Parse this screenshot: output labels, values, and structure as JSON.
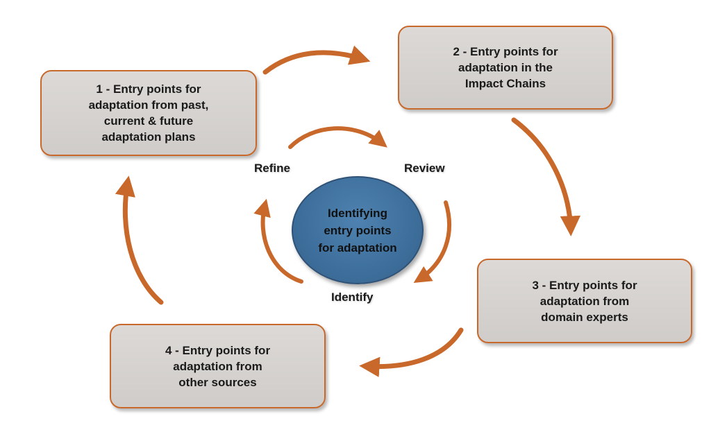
{
  "boxes": [
    {
      "id": "box1",
      "text": "1 - Entry points for\nadaptation from past,\ncurrent & future\nadaptation plans"
    },
    {
      "id": "box2",
      "text": "2 - Entry points for\nadaptation in the\nImpact Chains"
    },
    {
      "id": "box3",
      "text": "3 - Entry points for\nadaptation from\ndomain experts"
    },
    {
      "id": "box4",
      "text": "4 - Entry points for\nadaptation from\nother sources"
    }
  ],
  "center": {
    "text": "Identifying\nentry points\nfor adaptation"
  },
  "cycle_labels": {
    "refine": "Refine",
    "review": "Review",
    "identify": "Identify"
  },
  "colors": {
    "arrow": "#c8682a",
    "box_border": "#c8682a",
    "box_fill": "#d5d2cf",
    "circle_fill": "#3e6f9c"
  }
}
